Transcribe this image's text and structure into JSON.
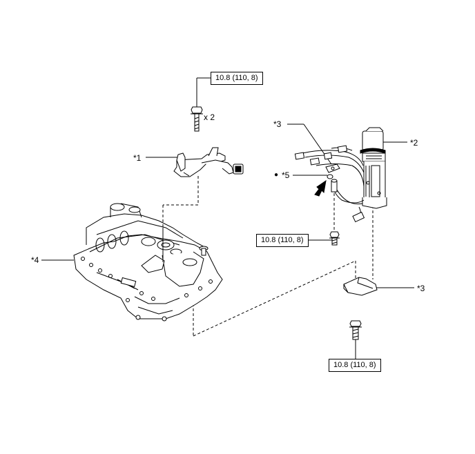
{
  "callouts": {
    "c1": "*1",
    "c2": "*2",
    "c3_top": "*3",
    "c3_bottom": "*3",
    "c4": "*4",
    "c5": "*5",
    "c5_bullet": "●"
  },
  "torque": {
    "top": "10.8 (110, 8)",
    "middle": "10.8 (110, 8)",
    "bottom": "10.8 (110, 8)"
  },
  "quantity": "x 2"
}
